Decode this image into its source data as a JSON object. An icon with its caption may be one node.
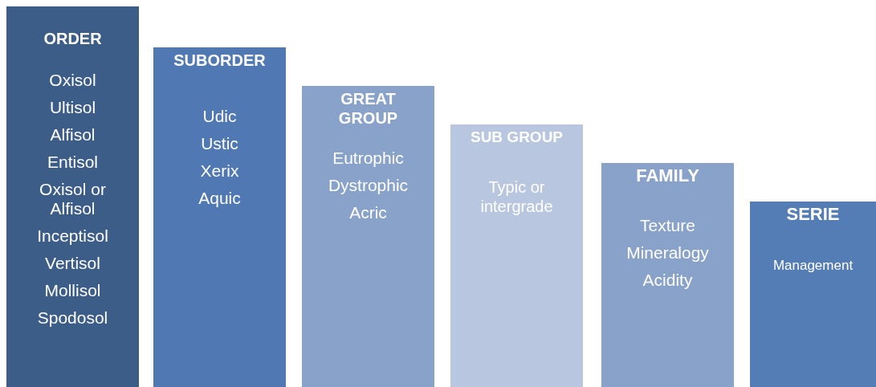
{
  "diagram": {
    "nodes": [
      {
        "text": [
          "ORDER",
          "Oxisol",
          "Ultisol",
          "Alfisol",
          "Entisol",
          "Oxisol or Alfisol",
          "Inceptisol",
          "Vertisol",
          "Mollisol",
          "Spodosol"
        ]
      },
      {
        "text": [
          "SUBORDER",
          "Udic",
          "Ustic",
          "Xerix",
          "Aquic"
        ]
      },
      {
        "text": [
          "GREAT GROUP",
          "Eutrophic",
          "Dystrophic",
          "Acric"
        ]
      },
      {
        "text": [
          "SUB GROUP",
          "Typic or intergrade"
        ]
      },
      {
        "text": [
          "FAMILY",
          "Texture",
          "Mineralogy",
          "Acidity"
        ]
      },
      {
        "text": [
          "SERIE",
          "Management"
        ]
      }
    ]
  }
}
